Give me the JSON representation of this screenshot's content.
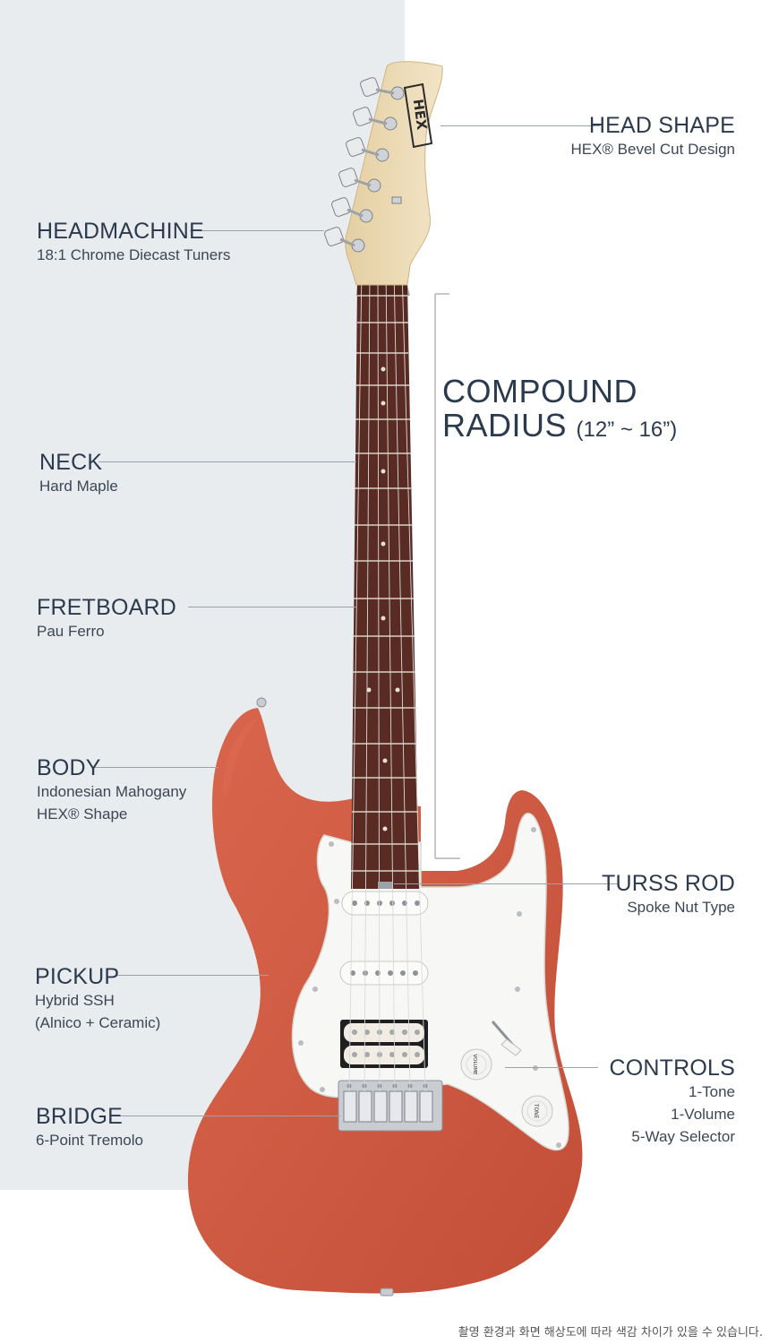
{
  "colors": {
    "panel": "#e8ecef",
    "body_finish": "#cf5840",
    "pickguard": "#f7f7f5",
    "fretboard": "#5a2b22",
    "headstock_maple": "#ecd9b2",
    "hardware_chrome": "#c9ccd1",
    "text": "#2c3a4e",
    "leader_line": "#9aa3ad"
  },
  "headstock_logo": "HEX",
  "knobs": {
    "volume": "VOLUME",
    "tone": "TONE"
  },
  "specs": {
    "head_shape": {
      "title": "HEAD SHAPE",
      "lines": [
        "HEX® Bevel Cut Design"
      ]
    },
    "headmachine": {
      "title": "HEADMACHINE",
      "lines": [
        "18:1 Chrome Diecast Tuners"
      ]
    },
    "neck": {
      "title": "NECK",
      "lines": [
        "Hard Maple"
      ]
    },
    "fretboard": {
      "title": "FRETBOARD",
      "lines": [
        "Pau Ferro"
      ]
    },
    "body": {
      "title": "BODY",
      "lines": [
        "Indonesian Mahogany",
        "HEX® Shape"
      ]
    },
    "truss_rod": {
      "title": "TURSS ROD",
      "lines": [
        "Spoke Nut Type"
      ]
    },
    "pickup": {
      "title": "PICKUP",
      "lines": [
        "Hybrid SSH",
        "(Alnico + Ceramic)"
      ]
    },
    "controls": {
      "title": "CONTROLS",
      "lines": [
        "1-Tone",
        "1-Volume",
        "5-Way Selector"
      ]
    },
    "bridge": {
      "title": "BRIDGE",
      "lines": [
        "6-Point Tremolo"
      ]
    }
  },
  "compound_radius": {
    "line1": "COMPOUND",
    "line2": "RADIUS",
    "value": "(12” ~ 16”)"
  },
  "footnote": "촬영 환경과 화면 해상도에 따라 색감 차이가 있을 수 있습니다."
}
